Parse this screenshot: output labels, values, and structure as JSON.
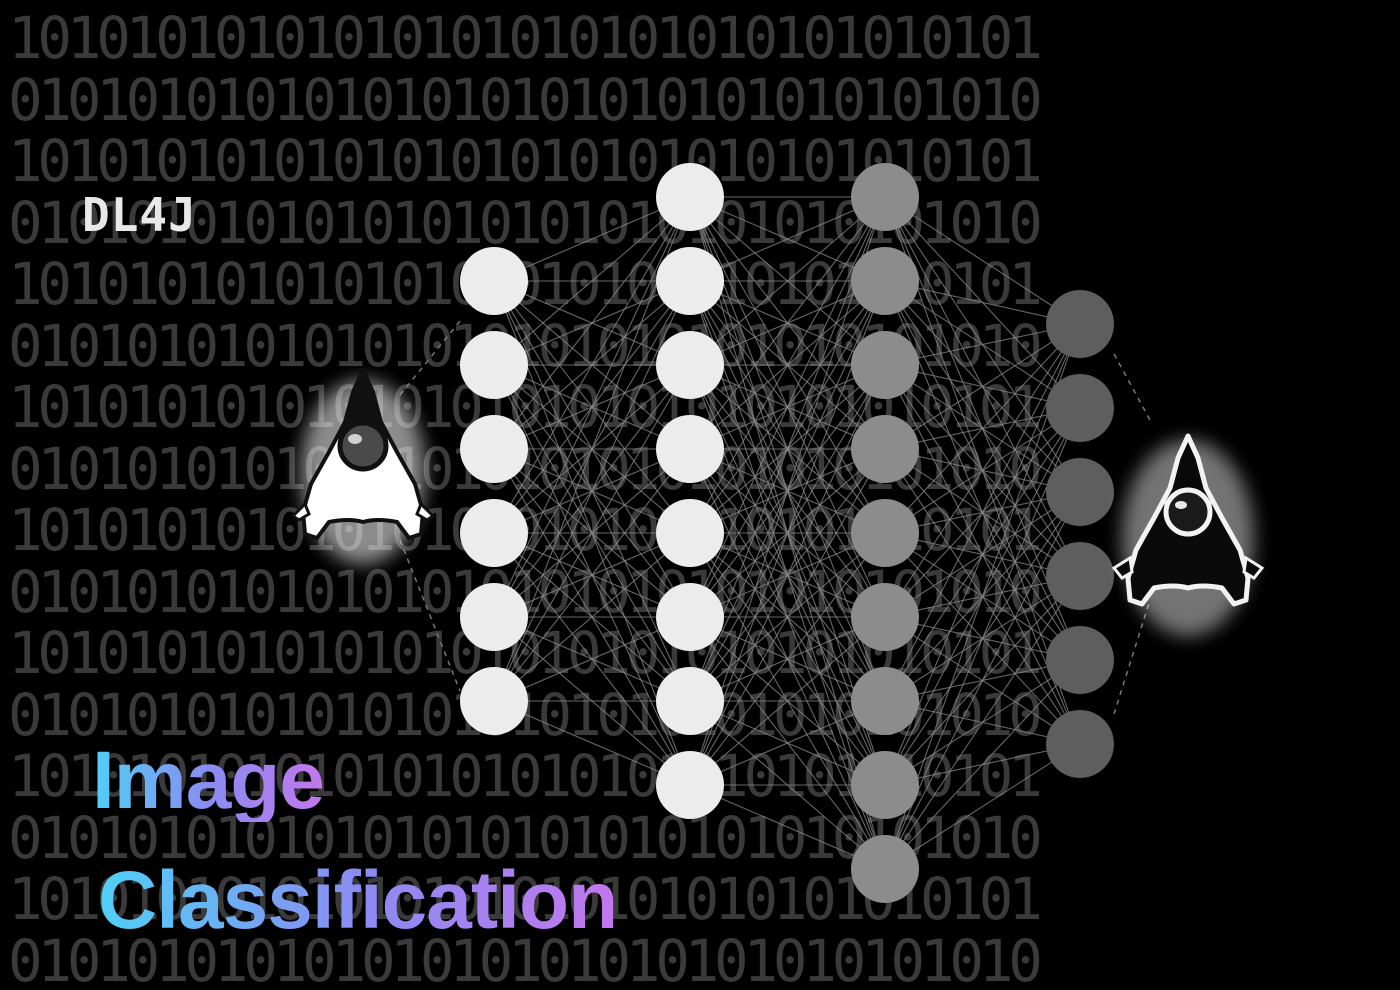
{
  "brand": "DL4J",
  "title": {
    "line1": "Image",
    "line2": "Classification"
  },
  "background_text": "10101010101010101010101010101010101",
  "colors": {
    "background": "#000000",
    "binary_text": "#3a3a3a",
    "layer_1_nodes": "#ececec",
    "layer_2_nodes": "#ececec",
    "layer_3_nodes": "#8c8c8c",
    "layer_4_nodes": "#5e5e5e",
    "title_gradient_start": "#4fd0f6",
    "title_gradient_end": "#c377ee"
  },
  "network": {
    "layers": [
      {
        "name": "input-layer",
        "nodes": 6
      },
      {
        "name": "hidden-layer-1",
        "nodes": 8
      },
      {
        "name": "hidden-layer-2",
        "nodes": 9
      },
      {
        "name": "output-layer",
        "nodes": 6
      }
    ]
  },
  "mascots": [
    {
      "name": "input-mascot",
      "icon": "java-duke-icon",
      "style": "filled"
    },
    {
      "name": "output-mascot",
      "icon": "java-duke-icon",
      "style": "outline"
    }
  ]
}
